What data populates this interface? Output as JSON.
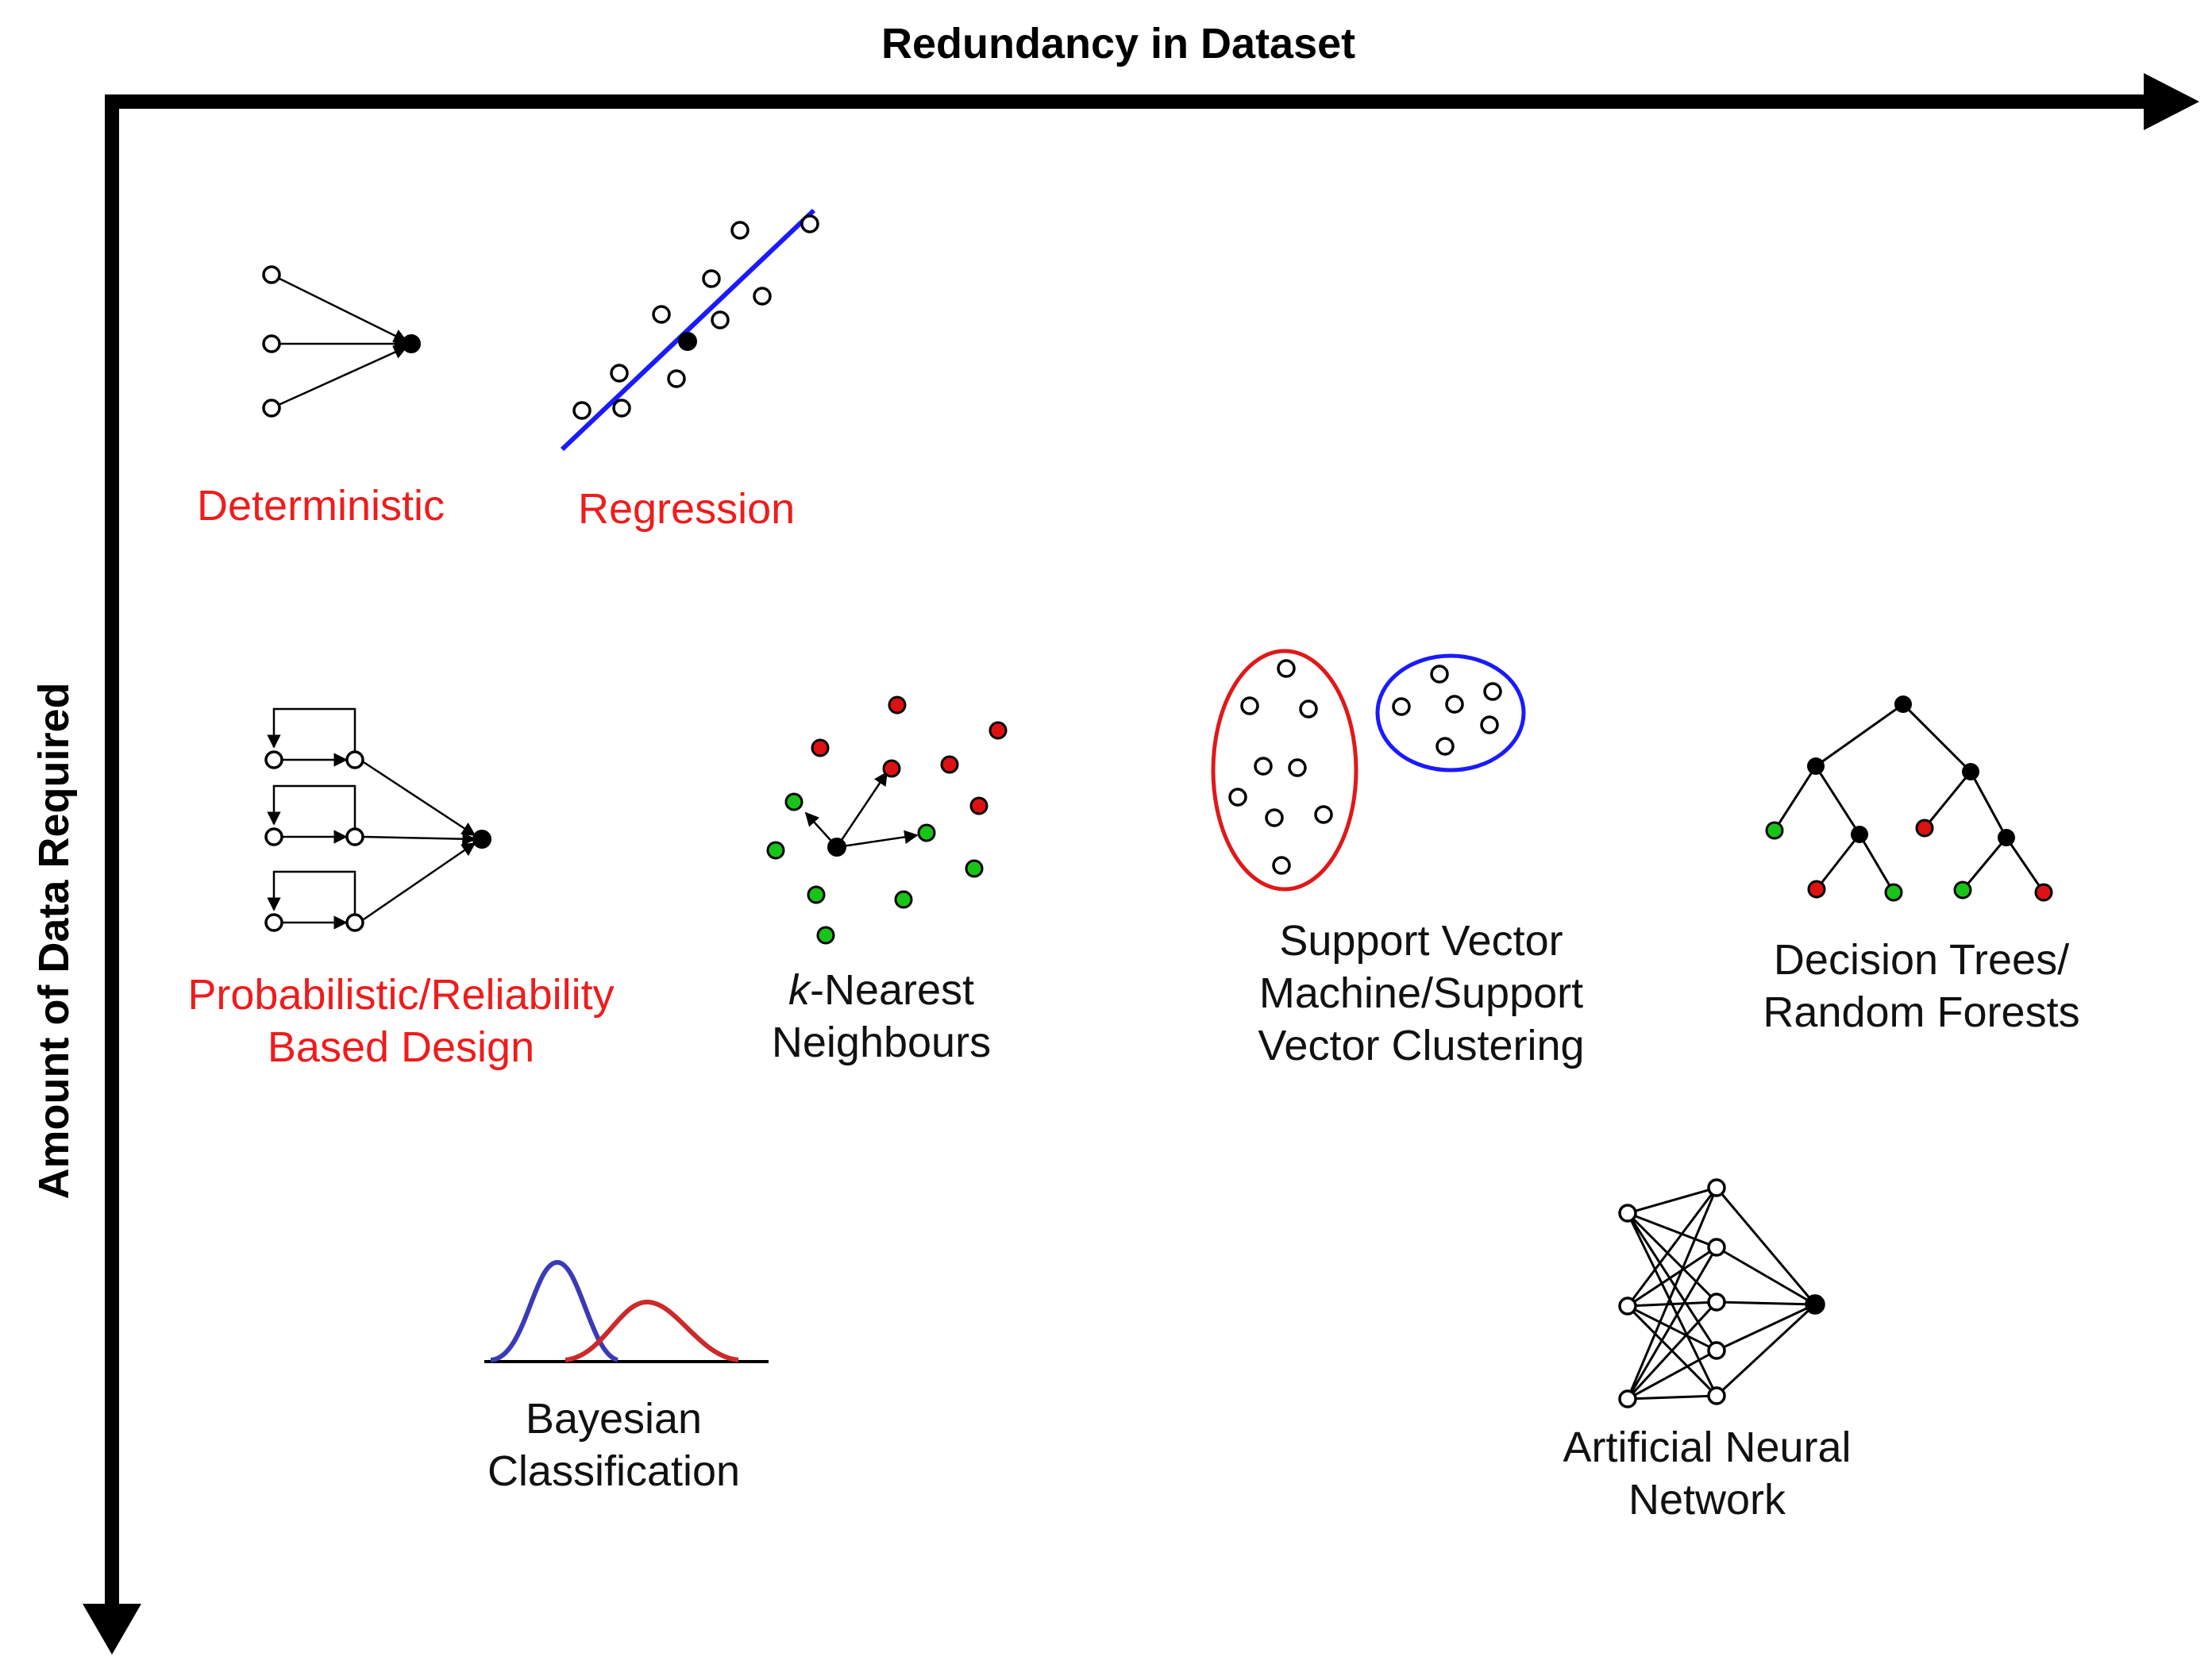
{
  "axes": {
    "x_label": "Redundancy in Dataset",
    "y_label": "Amount of Data Required"
  },
  "methods": [
    {
      "id": "deterministic",
      "lines": [
        "Deterministic"
      ],
      "color": "#ee1c1c"
    },
    {
      "id": "regression",
      "lines": [
        "Regression"
      ],
      "color": "#ee1c1c"
    },
    {
      "id": "probabilistic",
      "lines": [
        "Probabilistic/Reliability",
        "Based Design"
      ],
      "color": "#ee1c1c"
    },
    {
      "id": "knn",
      "lines": [
        "Nearest",
        "Neighbours"
      ],
      "prefix": "k",
      "color": "#111111"
    },
    {
      "id": "svm",
      "lines": [
        "Support Vector",
        "Machine/Support",
        "Vector Clustering"
      ],
      "color": "#111111"
    },
    {
      "id": "trees",
      "lines": [
        "Decision Trees/",
        "Random Forests"
      ],
      "color": "#111111"
    },
    {
      "id": "bayes",
      "lines": [
        "Bayesian",
        "Classification"
      ],
      "color": "#111111"
    },
    {
      "id": "ann",
      "lines": [
        "Artificial Neural",
        "Network"
      ],
      "color": "#111111"
    }
  ],
  "colors": {
    "red_label": "#ee1c1c",
    "red_point": "#dd1111",
    "green_point": "#18c418",
    "blue": "#1a1aff"
  },
  "icons": [
    "deterministic-icon",
    "regression-icon",
    "probabilistic-icon",
    "knn-icon",
    "svm-icon",
    "decision-tree-icon",
    "bayesian-curves-icon",
    "neural-network-icon"
  ]
}
